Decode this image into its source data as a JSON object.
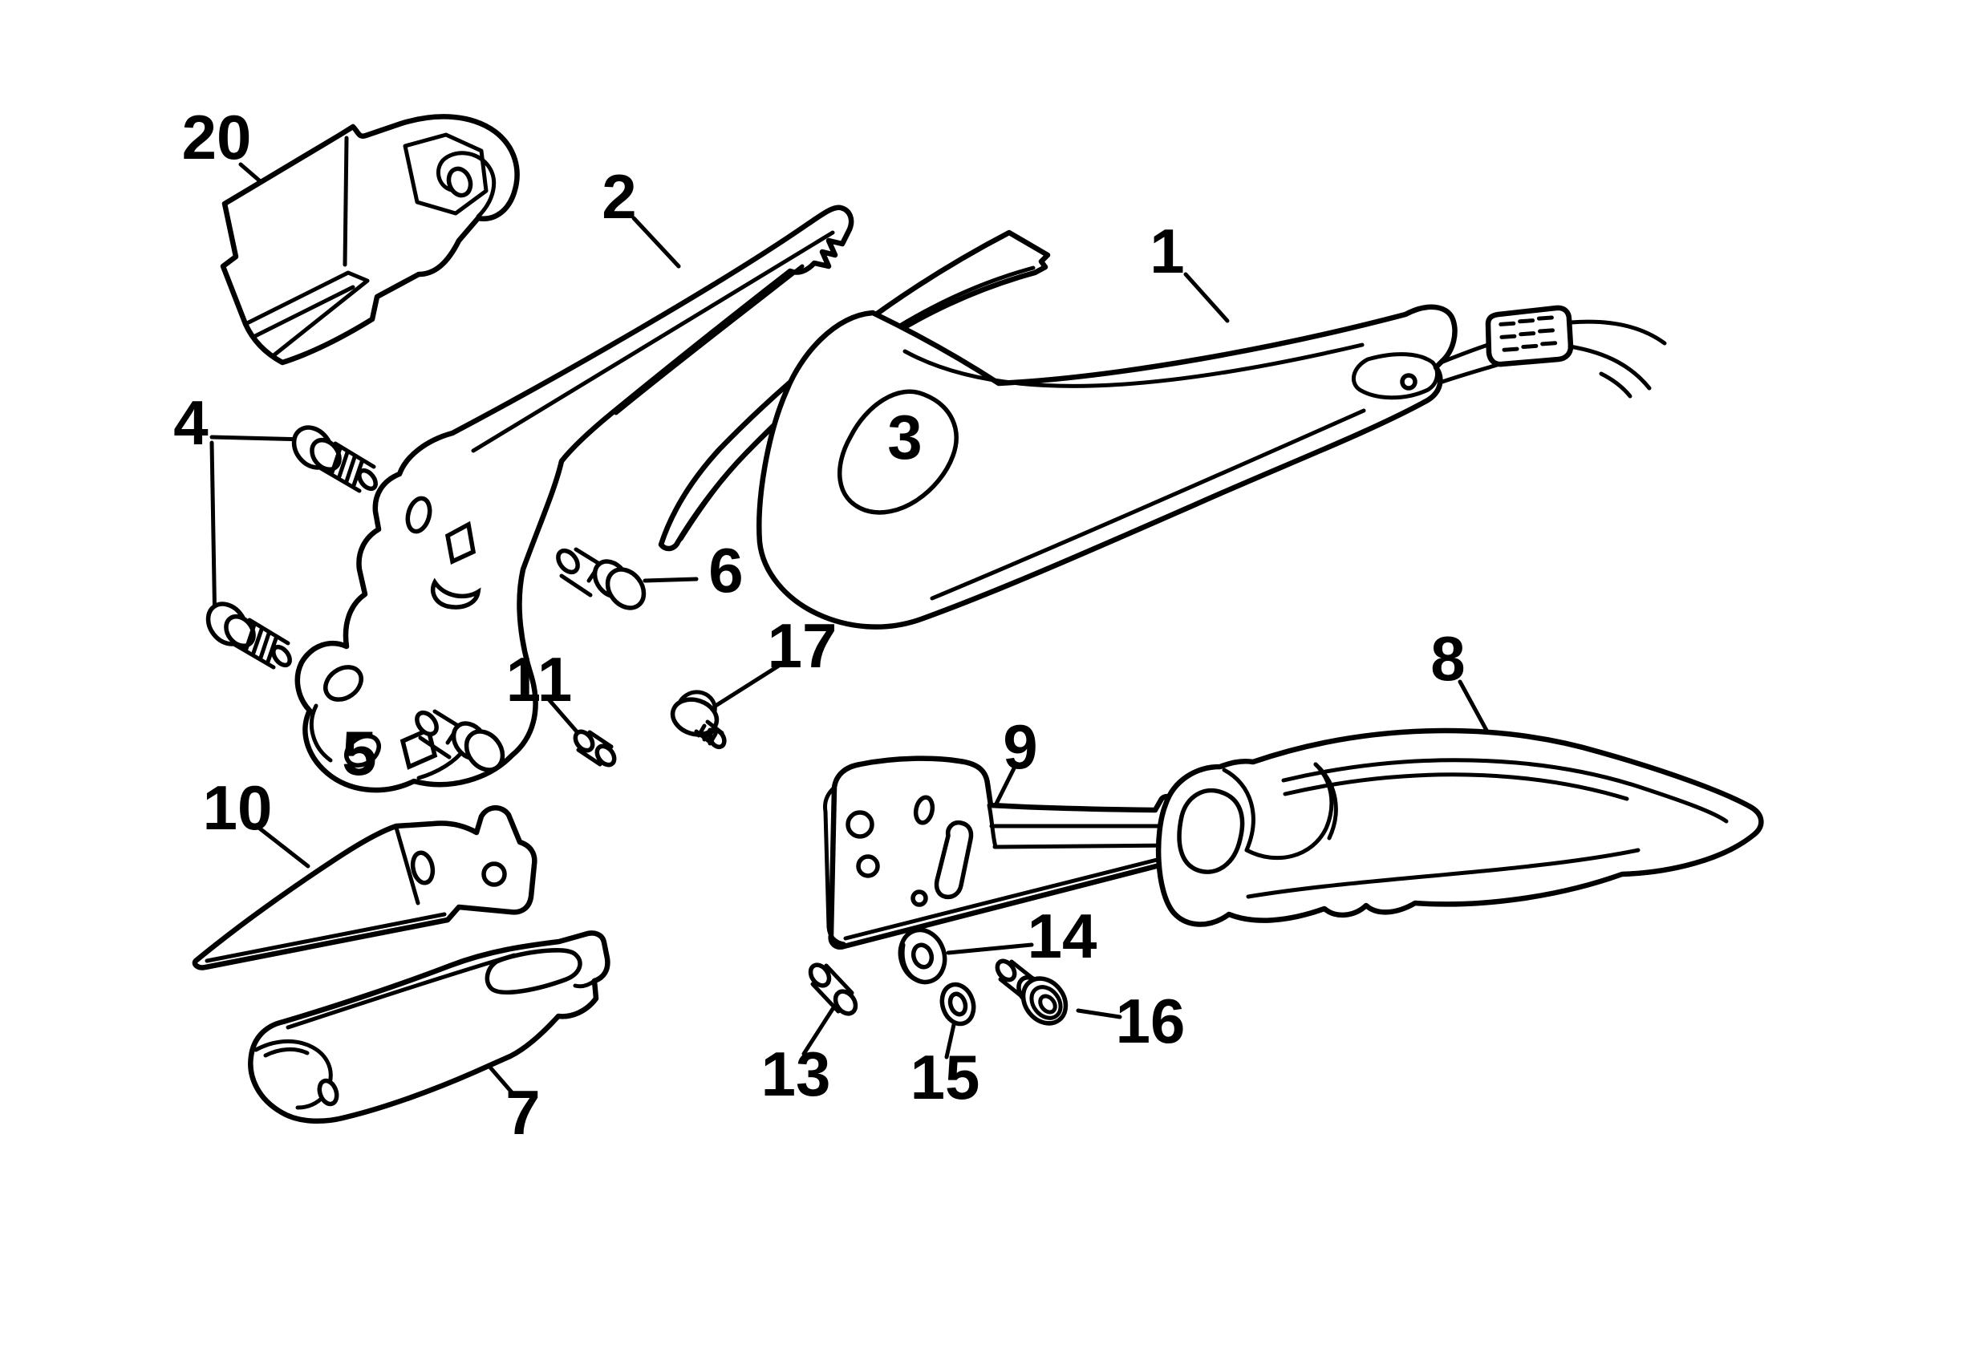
{
  "diagram": {
    "kind": "exploded-parts-diagram",
    "colors": {
      "ink": "#000000",
      "background": "#ffffff"
    },
    "callouts": {
      "p1": "1",
      "p2": "2",
      "p3": "3",
      "p4": "4",
      "p5": "5",
      "p6": "6",
      "p7": "7",
      "p8": "8",
      "p9": "9",
      "p10": "10",
      "p11": "11",
      "p13": "13",
      "p14": "14",
      "p15": "15",
      "p16": "16",
      "p17": "17",
      "p20": "20"
    }
  }
}
